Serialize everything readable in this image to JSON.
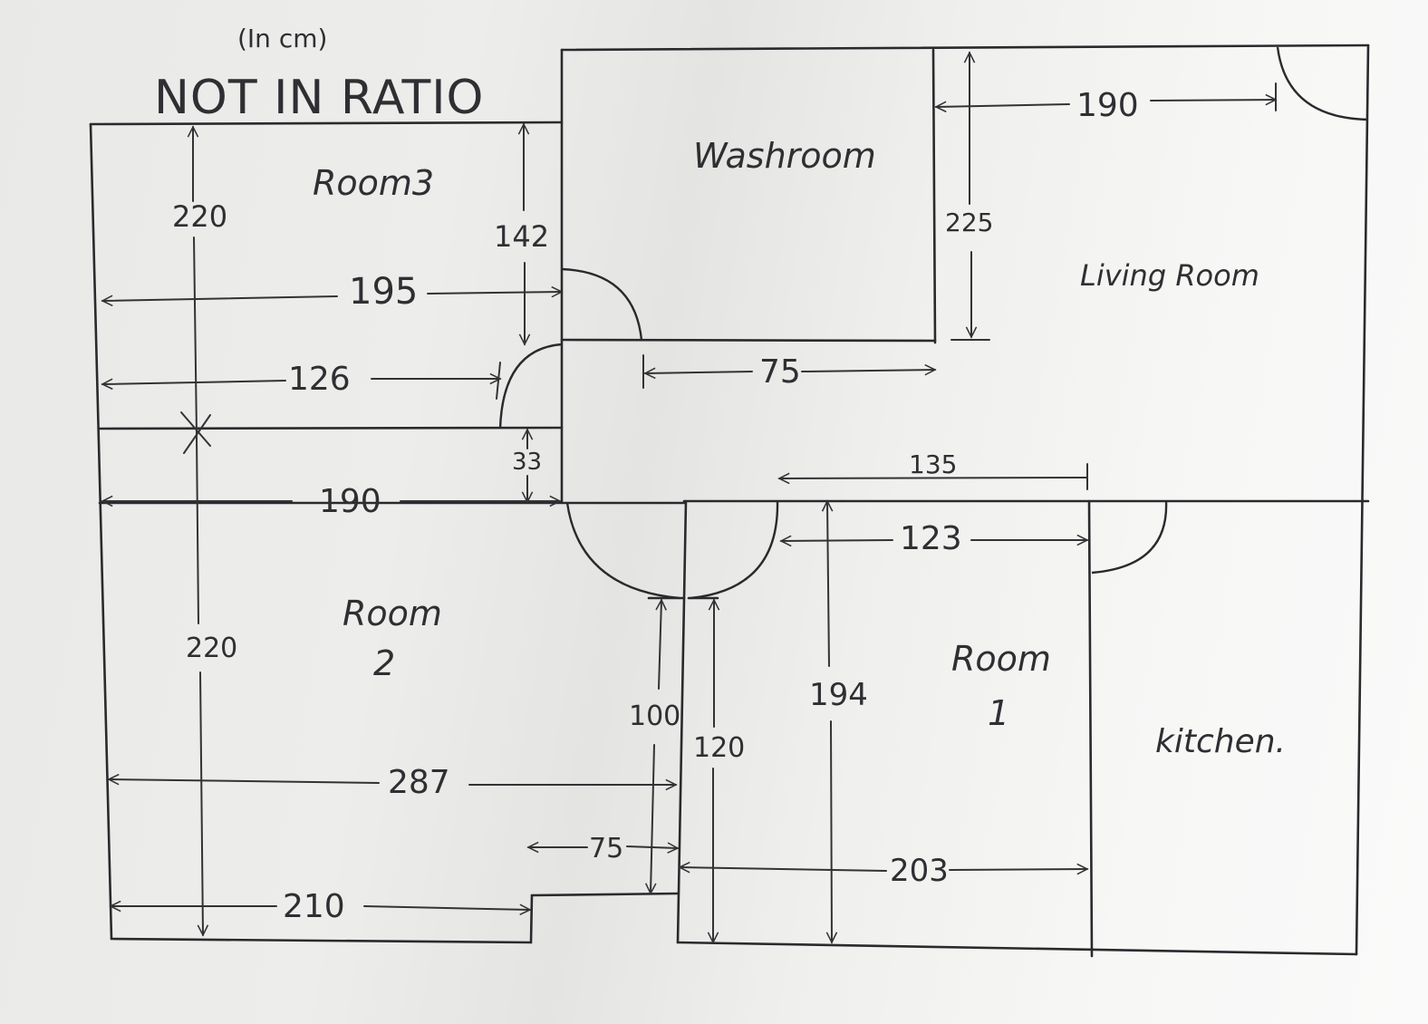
{
  "header": {
    "unit_note": "(In cm)",
    "scale_note": "NOT IN RATIO"
  },
  "rooms": {
    "room3": "Room3",
    "washroom": "Washroom",
    "living_room": "Living Room",
    "room2_line1": "Room",
    "room2_line2": "2",
    "room1_line1": "Room",
    "room1_line2": "1",
    "kitchen": "kitchen."
  },
  "dimensions": {
    "room3_height": "220",
    "room3_width_top": "195",
    "room3_door_drop": "142",
    "room3_width_mid": "126",
    "passage_gap": "33",
    "passage_width": "190",
    "washroom_door_offset": "75",
    "washroom_height": "225",
    "living_width": "190",
    "room1_top_span": "135",
    "room1_door_span": "123",
    "room2_height": "220",
    "room2_width": "287",
    "room2_bottom_width": "210",
    "room2_step": "75",
    "room2_door_left_height": "100",
    "room2_door_right_height": "120",
    "room1_height": "194",
    "room1_width": "203"
  },
  "colors": {
    "ink": "#2a2a2e",
    "paper": "#ededeb"
  }
}
